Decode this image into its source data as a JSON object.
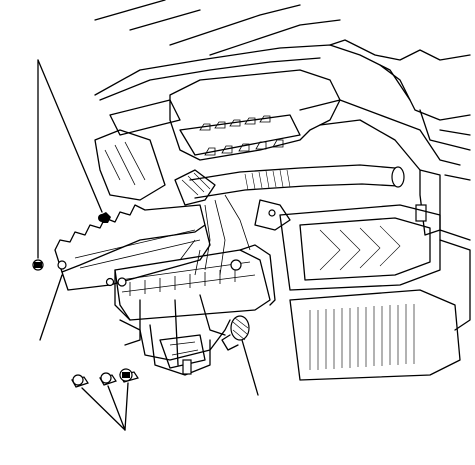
{
  "figure": {
    "type": "exploded-assembly-line-drawing",
    "callouts": [
      {
        "id": "callout-top-left-fastener"
      },
      {
        "id": "callout-bracket-left"
      },
      {
        "id": "callout-clip-lower-right"
      },
      {
        "id": "callout-bolts-bottom"
      }
    ]
  },
  "colors": {
    "ink": "#000000",
    "paper": "#ffffff"
  }
}
